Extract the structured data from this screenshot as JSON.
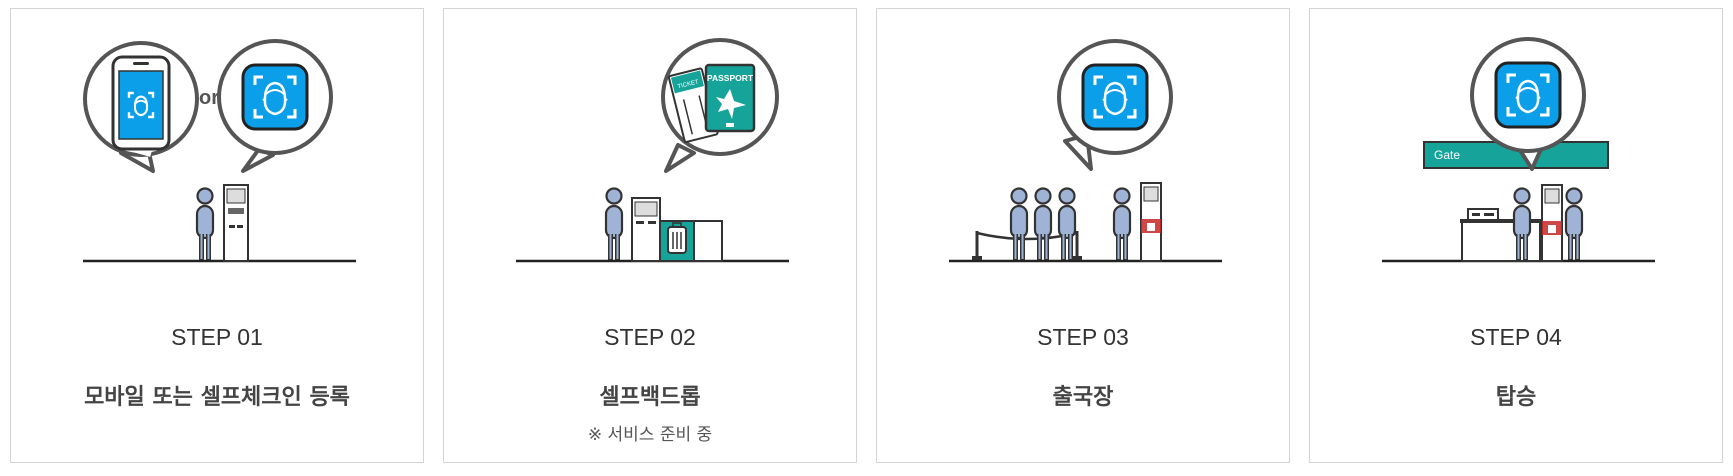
{
  "steps": [
    {
      "step": "STEP 01",
      "title": "모바일 또는 셀프체크인 등록",
      "or_text": "or",
      "note": ""
    },
    {
      "step": "STEP 02",
      "title": "셀프백드롭",
      "note": "※ 서비스 준비 중",
      "ticket_text": "TICKET",
      "passport_text": "PASSPORT"
    },
    {
      "step": "STEP 03",
      "title": "출국장",
      "note": ""
    },
    {
      "step": "STEP 04",
      "title": "탑승",
      "note": "",
      "gate_text": "Gate"
    }
  ],
  "colors": {
    "face_blue": "#0a9fe8",
    "teal": "#16a49a",
    "figure": "#9fb3d6",
    "border": "#d5d5d5"
  }
}
